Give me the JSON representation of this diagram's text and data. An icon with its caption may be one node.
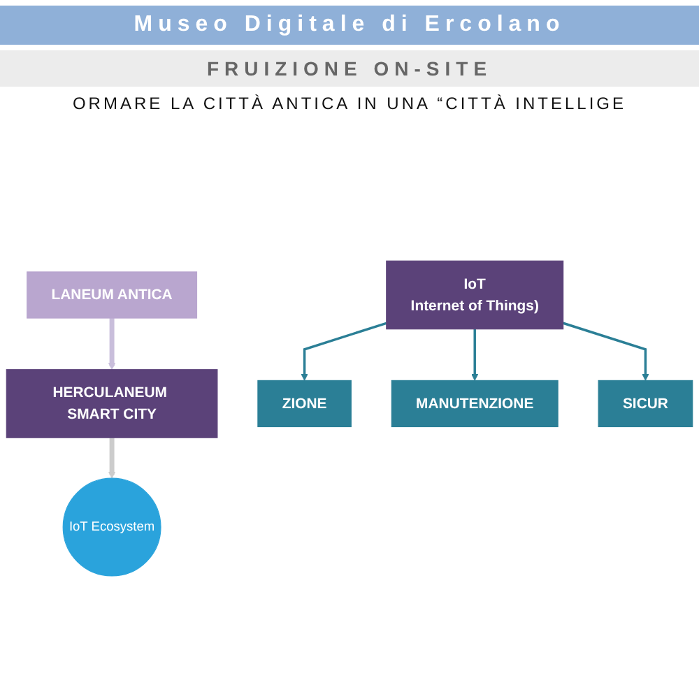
{
  "diagram": {
    "title": "Museo Digitale di Ercolano",
    "nodes": [
      {
        "text": [
          "LANEUM ANTICA"
        ]
      },
      {
        "text": [
          "HERCULANEUM SMART CITY"
        ]
      },
      {
        "text": [
          "IoT Ecosystem"
        ]
      },
      {
        "text": [
          "IoT",
          "Internet of Things)"
        ]
      },
      {
        "text": [
          "ZIONE"
        ]
      },
      {
        "text": [
          "MANUTENZIONE"
        ]
      },
      {
        "text": [
          "SICUR"
        ]
      }
    ],
    "edges": [
      {
        "from": 0,
        "to": 1,
        "arrow": "to",
        "style": "thick",
        "color": "#c9bedb"
      },
      {
        "from": 1,
        "to": 2,
        "arrow": "to",
        "style": "thick",
        "color": "#cccccc"
      },
      {
        "from": 3,
        "to": 4,
        "arrow": "to"
      },
      {
        "from": 3,
        "to": 5,
        "arrow": "to"
      },
      {
        "from": 3,
        "to": 6,
        "arrow": "to"
      }
    ],
    "labels": [
      "FRUIZIONE ON-SITE",
      "ORMARE LA CITTÀ ANTICA IN UNA “CITTÀ INTELLIGE"
    ]
  }
}
